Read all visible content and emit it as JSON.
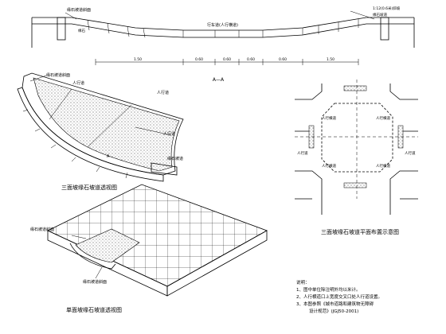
{
  "section_aa": {
    "label_top_left": "缘石坡道斜面",
    "label_kerb": "缘石",
    "label_center": "行车道(人行横道)",
    "label_top_right": "1:12(0.6米)斜坡",
    "label_top_right2": "缘石坡道",
    "dims": [
      "1.50",
      "0.60",
      "0.60",
      "0.60",
      "0.60",
      "1.50"
    ],
    "section_mark": "A—A"
  },
  "three_way_perspective": {
    "title": "三面坡缘石坡道透视图",
    "label_kerb_top": "缘石坡道斜面",
    "label_walk1": "人行道",
    "label_walk2": "人行道",
    "label_walk3": "人行道",
    "label_kerb_right": "缘石坡道",
    "label_aside": "A"
  },
  "plan_layout": {
    "title": "三面坡缘石坡道平面布置示意图",
    "labels": [
      "人行横道",
      "人行横道",
      "人行横道",
      "人行横道",
      "人行道",
      "人行道"
    ]
  },
  "single_perspective": {
    "title": "单面坡缘石坡道透视图",
    "label_top": "缘石坡道斜面",
    "label_bottom": "缘石坡道斜面"
  },
  "notes": {
    "heading": "说明：",
    "items": [
      "1、图中单位除注明外均以米计。",
      "2、人行横道口上宽度交叉口处人行道设置。",
      "3、本图参照《城市道路和建筑物无障碍",
      "设计规范》(JGJ50-2001)"
    ]
  }
}
